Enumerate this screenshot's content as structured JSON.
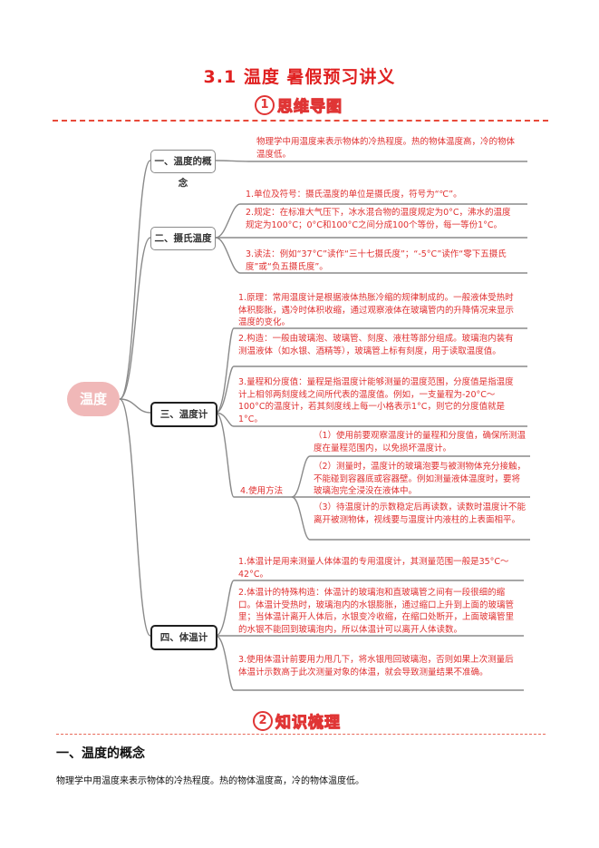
{
  "title": "3.1  温度  暑假预习讲义",
  "sections": {
    "mindmap": {
      "num": "1",
      "label": "思维导图"
    },
    "knowledge": {
      "num": "2",
      "label": "知识梳理"
    }
  },
  "mindmap": {
    "root": "温度",
    "branches": {
      "concept": {
        "label": "一、温度的概念",
        "leaf": "物理学中用温度来表示物体的冷热程度。热的物体温度高，冷的物体温度低。"
      },
      "celsius": {
        "label": "二、摄氏温度",
        "leaves": [
          "1.单位及符号：摄氏温度的单位是摄氏度，符号为“℃”。",
          "2.规定：在标准大气压下，冰水混合物的温度规定为0°C，沸水的温度规定为100°C；0°C和100°C之间分成100个等份，每一等份1°C。",
          "3.读法：例如“37°C”读作“三十七摄氏度”；“-5°C”读作“零下五摄氏度”或“负五摄氏度”。"
        ]
      },
      "thermometer": {
        "label": "三、温度计",
        "leaves": [
          "1.原理：常用温度计是根据液体热胀冷缩的规律制成的。一般液体受热时体积膨胀，遇冷时体积收缩，通过观察液体在玻璃管内的升降情况来显示温度的变化。",
          "2.构造：一般由玻璃泡、玻璃管、刻度、液柱等部分组成。玻璃泡内装有测温液体（如水银、酒精等），玻璃管上标有刻度，用于读取温度值。",
          "3.量程和分度值：量程是指温度计能够测量的温度范围，分度值是指温度计上相邻两刻度线之间所代表的温度值。例如，一支量程为-20°C～100°C的温度计，若其刻度线上每一小格表示1°C，则它的分度值就是1°C。"
        ],
        "usage": {
          "label": "4.使用方法",
          "steps": [
            "（1）使用前要观察温度计的量程和分度值，确保所测温度在量程范围内，以免损坏温度计。",
            "（2）测量时，温度计的玻璃泡要与被测物体充分接触，不能碰到容器底或容器壁。例如测量液体温度时，要将玻璃泡完全浸没在液体中。",
            "（3）待温度计的示数稳定后再读数，读数时温度计不能离开被测物体，视线要与温度计内液柱的上表面相平。"
          ]
        }
      },
      "clinical": {
        "label": "四、体温计",
        "leaves": [
          "1.体温计是用来测量人体体温的专用温度计，其测量范围一般是35°C～42°C。",
          "2.体温计的特殊构造：体温计的玻璃泡和直玻璃管之间有一段很细的缩口。体温计受热时，玻璃泡内的水银膨胀，通过缩口上升到上面的玻璃管里；当体温计离开人体后，水银变冷收缩，在缩口处断开，上面玻璃管里的水银不能回到玻璃泡内，所以体温计可以离开人体读数。",
          "3.使用体温计前要用力甩几下，将水银甩回玻璃泡，否则如果上次测量后体温计示数高于此次测量对象的体温，就会导致测量结果不准确。"
        ]
      }
    }
  },
  "body": {
    "heading": "一、温度的概念",
    "paragraph": "物理学中用温度来表示物体的冷热程度。热的物体温度高，冷的物体温度低。"
  },
  "colors": {
    "accent": "#e03030",
    "root_fill": "#f0b8b8",
    "connector": "#8a8a8a"
  }
}
